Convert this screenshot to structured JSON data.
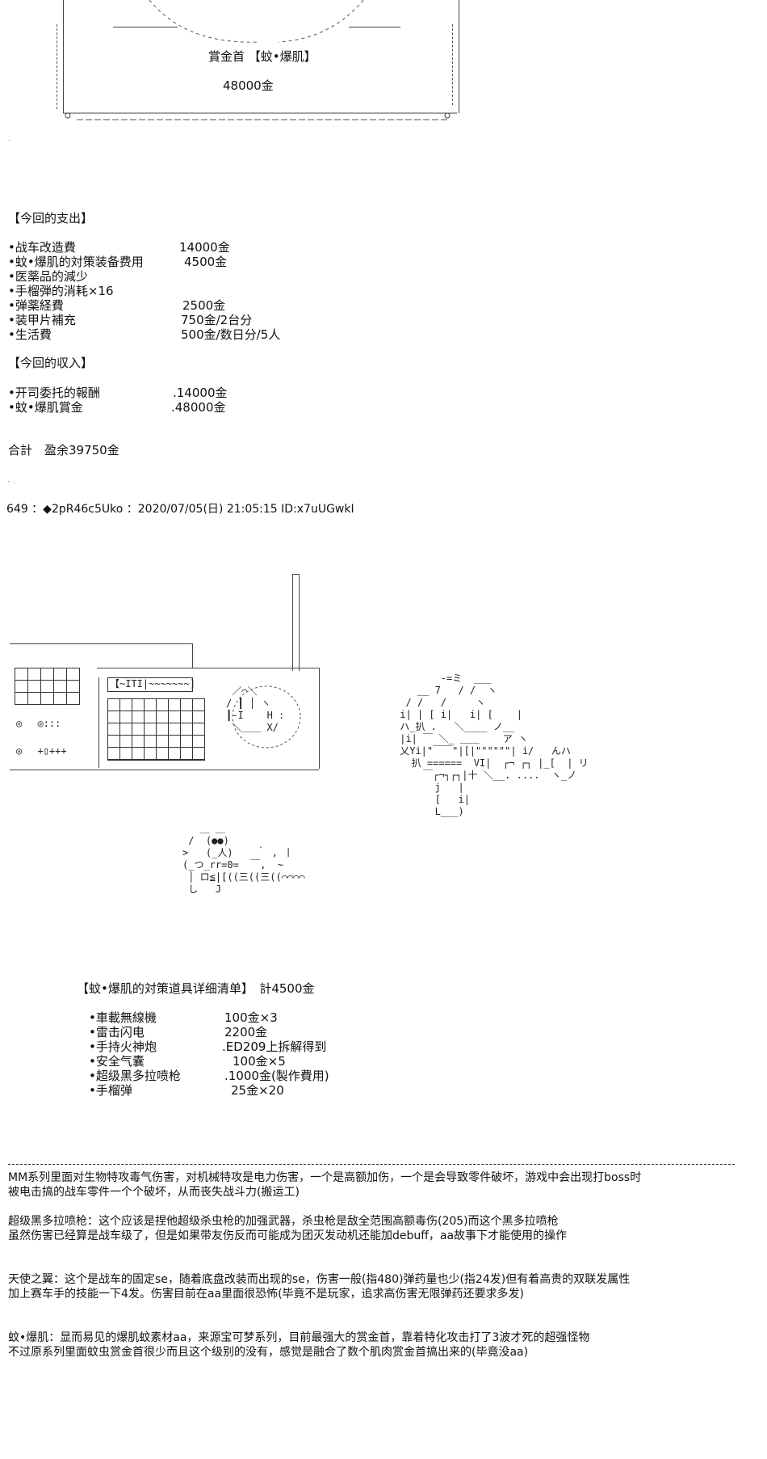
{
  "bounty": {
    "title": "賞金首 【蚊•爆肌】",
    "amount": "48000金"
  },
  "expenses": {
    "header": "【今回的支出】",
    "items": [
      {
        "label": "•战车改造費",
        "value": "14000金"
      },
      {
        "label": "•蚊•爆肌的対策装备费用",
        "value": "4500金"
      },
      {
        "label": "•医薬品的減少",
        "value": ""
      },
      {
        "label": "•手榴弾的消耗×16",
        "value": ""
      },
      {
        "label": "•弹薬経費",
        "value": "2500金"
      },
      {
        "label": "•装甲片補充",
        "value": "750金/2台分"
      },
      {
        "label": "•生活費",
        "value": "500金/数日分/5人"
      }
    ]
  },
  "income": {
    "header": "【今回的収入】",
    "items": [
      {
        "label": "•开司委托的報酬",
        "value": ".14000金"
      },
      {
        "label": "•蚊•爆肌賞金",
        "value": ".48000金"
      }
    ]
  },
  "total": "合計　盈余39750金",
  "post_header": "649 ：◆2pR46c5Uko ：2020/07/05(日) 21:05:15 ID:x7uUGwkI",
  "aa": {
    "screen_label": "【~ITI|~~~~~~~]",
    "knob_row1": "◎　 ◎:::",
    "knob_row2": "◎　 +▯+++",
    "face_left": " ／⌒＼\n/ ┃ │ ヽ\n┃-I    H :\n ＼＿＿ X/",
    "char_left": "   ＿ ＿\n /  (●●)\n>   (_人)    ｀ , 丨\n(_つ_rr=0=  ￣,  ~\n │ ロ≦|[((三((三((⌒⌒⌒⌒\n し   J",
    "char_right": "        -=ミ  ___\n    __ 7   / /  ヽ\n  / /   /     ヽ\n i| | [ i|   i| [    |\n ハ_扒 .   ＼____ ノ__\n |i| ￣ ＼_ ＿＿    ア ヽ\n 乂Yi|\"￣￣\"|[|\"\"\"\"\"\"| i/   んハ\n   扒 ======  VI|  ┌¬ ┌┐ |_[  | リ\n     ￣┌¬┐┌┐|十 ＼__. ....  ヽ_ノ\n       j   |\n       [   i|\n       L___)"
  },
  "equipment": {
    "header": "【蚊•爆肌的対策道具详细清单】　計4500金",
    "items": [
      {
        "label": "•車載無線機",
        "value": "100金×3"
      },
      {
        "label": "•雷击闪电",
        "value": "2200金"
      },
      {
        "label": "•手持火神炮",
        "value": ".ED209上拆解得到"
      },
      {
        "label": "•安全气囊",
        "value": "100金×5"
      },
      {
        "label": "•超级黑多拉喷枪",
        "value": ".1000金(製作費用)"
      },
      {
        "label": "•手榴弹",
        "value": "25金×20"
      }
    ]
  },
  "notes": [
    {
      "line1": "MM系列里面对生物特攻毒气伤害，对机械特攻是电力伤害，一个是高额加伤，一个是会导致零件破坏，游戏中会出现打boss时",
      "line2": "被电击搞的战车零件一个个破坏，从而丧失战斗力(搬运工)"
    },
    {
      "line1": "超级黑多拉喷枪：这个应该是捏他超级杀虫枪的加强武器，杀虫枪是敌全范围高额毒伤(205)而这个黑多拉喷枪",
      "line2": "虽然伤害已经算是战车级了，但是如果带友伤反而可能成为团灭发动机还能加debuff，aa故事下才能使用的操作"
    },
    {
      "line1": "天使之翼：这个是战车的固定se，随着底盘改装而出现的se，伤害一般(指480)弹药量也少(指24发)但有着高贵的双联发属性",
      "line2": "加上赛车手的技能一下4发。伤害目前在aa里面很恐怖(毕竟不是玩家，追求高伤害无限弹药还要求多发)"
    },
    {
      "line1": "蚊•爆肌：显而易见的爆肌蚊素材aa，来源宝可梦系列，目前最强大的赏金首，靠着特化攻击打了3波才死的超强怪物",
      "line2": "不过原系列里面蚊虫赏金首很少而且这个级别的没有，感觉是融合了数个肌肉赏金首搞出来的(毕竟没aa)"
    }
  ]
}
